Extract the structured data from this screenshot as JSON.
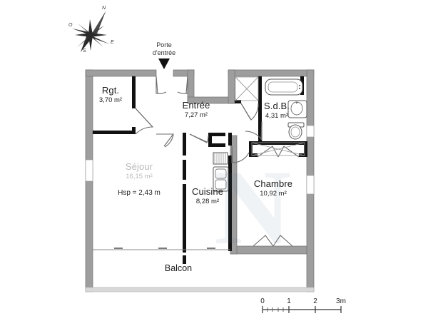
{
  "document": {
    "type": "floor-plan",
    "background_color": "#ffffff",
    "wall_fill": "#9e9e9e",
    "partition_fill": "#000000",
    "line_color": "#333333"
  },
  "compass": {
    "name": "compass-rose",
    "north": "N",
    "east": "E",
    "south": "S",
    "west": "O"
  },
  "entry": {
    "label_line1": "Porte",
    "label_line2": "d'entrée"
  },
  "rooms": [
    {
      "id": "rgt",
      "name": "Rgt.",
      "area": "3,70 m²",
      "faded": false
    },
    {
      "id": "entree",
      "name": "Entrée",
      "area": "7,27 m²",
      "faded": false
    },
    {
      "id": "sdb",
      "name": "S.d.B.",
      "area": "4,31 m²",
      "faded": false
    },
    {
      "id": "sejour",
      "name": "Séjour",
      "area": "16,15 m²",
      "faded": true
    },
    {
      "id": "cuisine",
      "name": "Cuisine",
      "area": "8,28 m²",
      "faded": false
    },
    {
      "id": "chambre",
      "name": "Chambre",
      "area": "10,92 m²",
      "faded": false
    }
  ],
  "notes": {
    "ceiling_height": "Hsp = 2,43 m",
    "balcony": "Balcon"
  },
  "scale": {
    "ticks": [
      "0",
      "1",
      "2",
      "3m"
    ]
  },
  "watermark": {
    "text": "N"
  }
}
